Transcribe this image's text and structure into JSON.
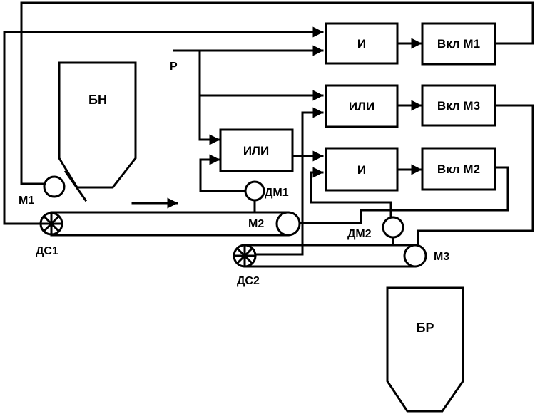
{
  "blocks": {
    "and1": "И",
    "or_top": "ИЛИ",
    "or_mid": "ИЛИ",
    "and2": "И",
    "vkl_m1": "Вкл М1",
    "vkl_m3": "Вкл М3",
    "vkl_m2": "Вкл М2"
  },
  "labels": {
    "p": "Р",
    "bn": "БН",
    "br": "БР",
    "m1": "М1",
    "m2": "М2",
    "m3": "М3",
    "dm1": "ДМ1",
    "dm2": "ДМ2",
    "ds1": "ДС1",
    "ds2": "ДС2"
  }
}
